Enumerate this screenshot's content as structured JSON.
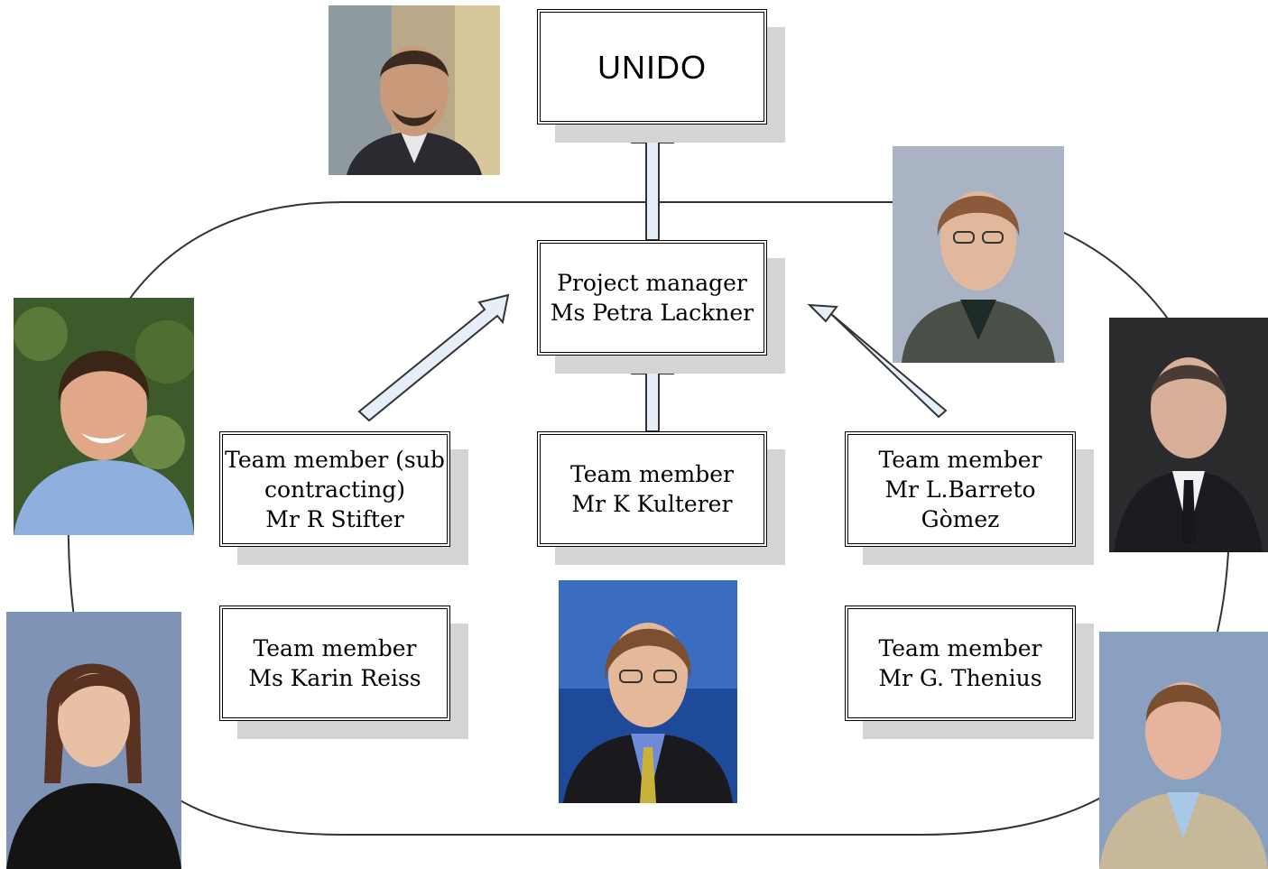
{
  "diagram": {
    "top": {
      "label": "UNIDO"
    },
    "manager": {
      "lines": [
        "Project manager",
        "Ms Petra Lackner"
      ]
    },
    "members": [
      {
        "lines": [
          "Team member (sub",
          "contracting)",
          "Mr R Stifter"
        ]
      },
      {
        "lines": [
          "Team member",
          "Mr K Kulterer"
        ]
      },
      {
        "lines": [
          "Team member",
          "Mr L.Barreto Gòmez"
        ]
      },
      {
        "lines": [
          "Team member",
          "Ms Karin Reiss"
        ]
      },
      {
        "lines": [
          "Team member",
          "Mr G. Thenius"
        ]
      }
    ]
  },
  "colors": {
    "arrow_fill": "#e6eef8",
    "shadow": "#d4d4d4",
    "photo_bg_blue": "#7e93b6",
    "photo_bg_green": "#3c5a2a"
  }
}
